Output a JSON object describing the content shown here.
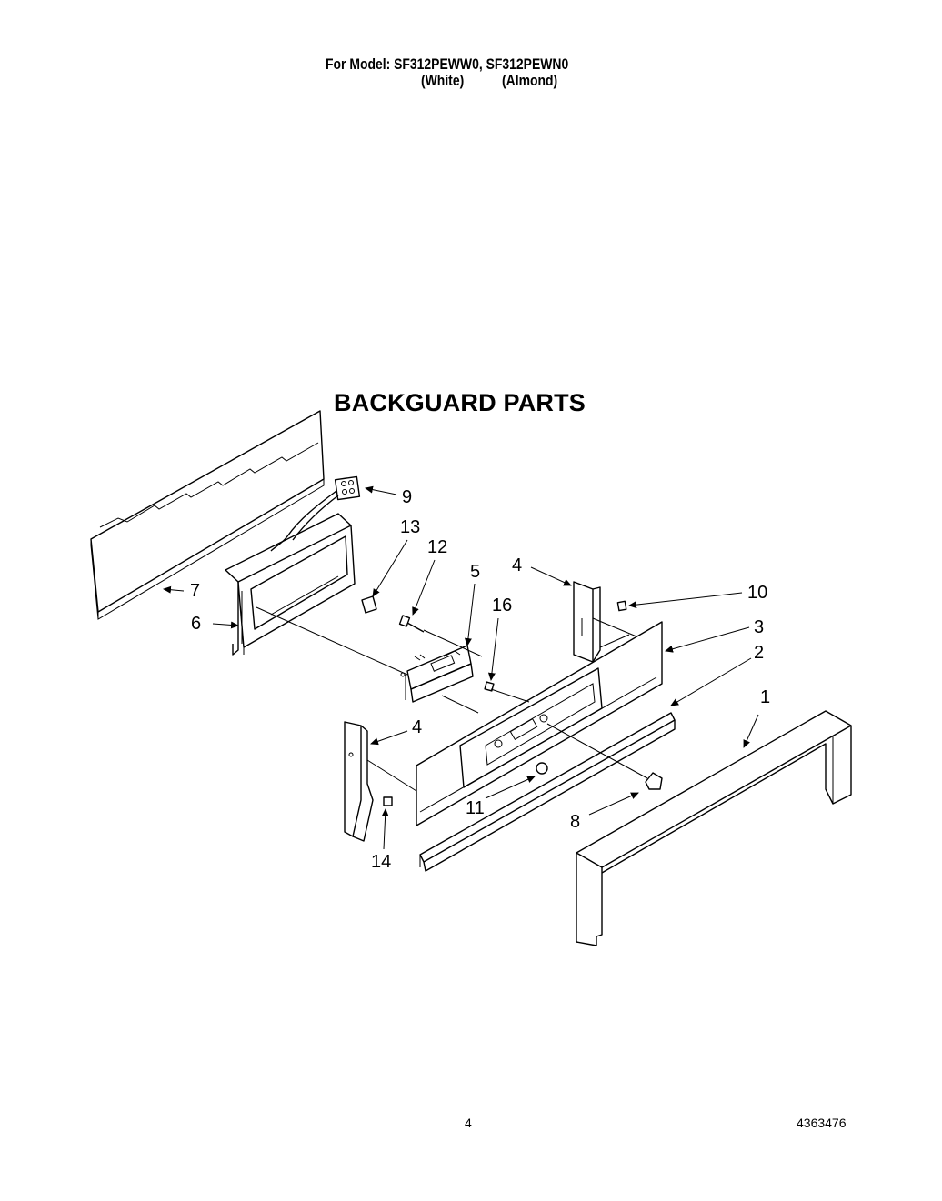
{
  "header": {
    "model_line": "For Model: SF312PEWW0, SF312PEWN0",
    "color_white": "(White)",
    "color_almond": "(Almond)"
  },
  "title": "BACKGUARD PARTS",
  "callouts": {
    "c1": "1",
    "c2": "2",
    "c3": "3",
    "c4a": "4",
    "c4b": "4",
    "c5": "5",
    "c6": "6",
    "c7": "7",
    "c8": "8",
    "c9": "9",
    "c10": "10",
    "c11": "11",
    "c12": "12",
    "c13": "13",
    "c14": "14",
    "c16": "16"
  },
  "footer": {
    "page_number": "4",
    "document_number": "4363476"
  }
}
